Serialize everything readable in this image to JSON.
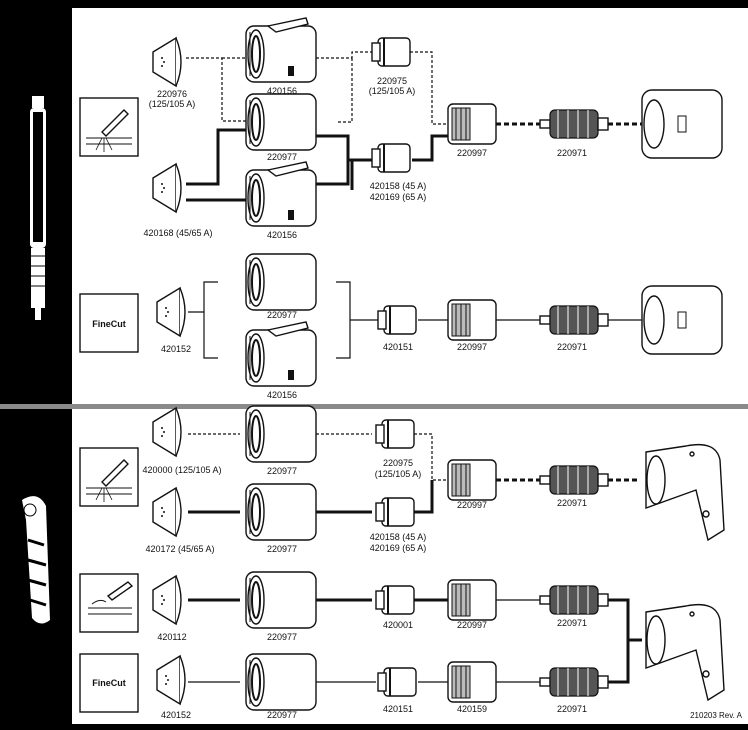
{
  "labels": {
    "p220976": "220976",
    "p220976_a": "(125/105 A)",
    "p420156_top": "420156",
    "p220975_top": "220975",
    "p220975_top_a": "(125/105 A)",
    "p220977_top": "220977",
    "p220997_top": "220997",
    "p220971_top": "220971",
    "p420158_top": "420158 (45 A)",
    "p420169_top": "420169 (65 A)",
    "p420168": "420168 (45/65 A)",
    "p420156_mid": "420156",
    "finecut_logo_1": "FineCut",
    "p420152_1": "420152",
    "p220977_fc1": "220977",
    "p420151_1": "420151",
    "p220997_fc1": "220997",
    "p220971_fc1": "220971",
    "p420156_fc1": "420156",
    "p420000": "420000 (125/105 A)",
    "p220977_b1": "220977",
    "p220975_b": "220975",
    "p220975_b_a": "(125/105 A)",
    "p220997_b": "220997",
    "p220971_b": "220971",
    "p420172": "420172 (45/65 A)",
    "p220977_b2": "220977",
    "p420158_b": "420158 (45 A)",
    "p420169_b": "420169 (65 A)",
    "p420112": "420112",
    "p220977_b3": "220977",
    "p420001": "420001",
    "p220997_b3": "220997",
    "p220971_b3": "220971",
    "finecut_logo_2": "FineCut",
    "p420152_2": "420152",
    "p220977_b4": "220977",
    "p420151_2": "420151",
    "p420159": "420159",
    "p220971_b4": "220971",
    "revision": "210203 Rev. A"
  },
  "icons": [
    "hand-torch-icon",
    "robotic-torch-icon",
    "mechanized-cutting-icon",
    "gouging-icon",
    "finecut-logo",
    "shield-icon",
    "retaining-cap-icon",
    "nozzle-icon",
    "electrode-icon",
    "swirl-ring-icon",
    "torch-head-icon"
  ],
  "colors": {
    "panel": "#000000",
    "divider": "#8a8a8a",
    "line": "#111111",
    "background": "#ffffff"
  }
}
